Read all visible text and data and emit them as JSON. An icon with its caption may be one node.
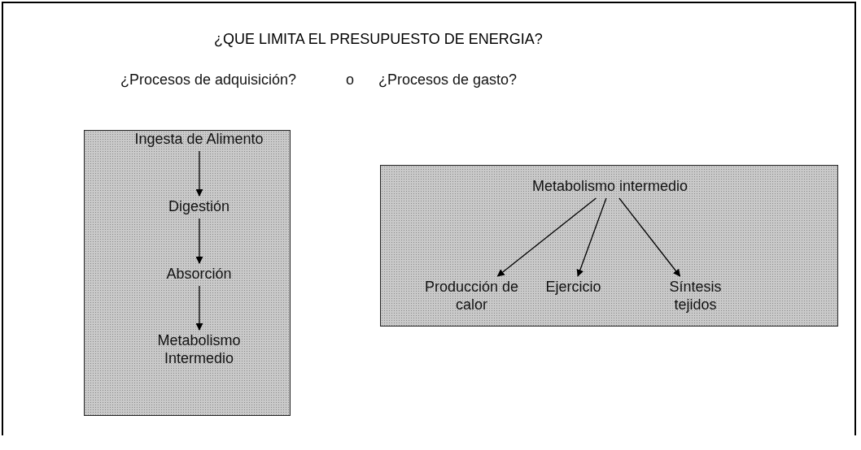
{
  "diagram": {
    "title": "¿QUE LIMITA EL PRESUPUESTO DE ENERGIA?",
    "nodes": [
      {
        "text": [],
        "shape": "box"
      },
      {
        "text": [
          "Ingesta de Alimento"
        ],
        "in": 0
      },
      {
        "text": [
          "Digestión"
        ],
        "in": 0
      },
      {
        "text": [
          "Absorción"
        ],
        "in": 0
      },
      {
        "text": [
          "Metabolismo Intermedio"
        ],
        "in": 0
      },
      {
        "text": [],
        "shape": "box"
      },
      {
        "text": [
          "Metabolismo intermedio"
        ],
        "in": 5
      },
      {
        "text": [
          "Producción de calor"
        ],
        "in": 5
      },
      {
        "text": [
          "Ejercicio"
        ],
        "in": 5
      },
      {
        "text": [
          "Síntesis tejidos"
        ],
        "in": 5
      }
    ],
    "edges": [
      {
        "from": 1,
        "to": 2,
        "arrow": "to"
      },
      {
        "from": 2,
        "to": 3,
        "arrow": "to"
      },
      {
        "from": 3,
        "to": 4,
        "arrow": "to"
      },
      {
        "from": 6,
        "to": 7,
        "arrow": "to"
      },
      {
        "from": 6,
        "to": 8,
        "arrow": "to"
      },
      {
        "from": 6,
        "to": 9,
        "arrow": "to"
      }
    ],
    "labels": [
      "¿Procesos de adquisición?",
      "o",
      "¿Procesos de gasto?"
    ]
  }
}
